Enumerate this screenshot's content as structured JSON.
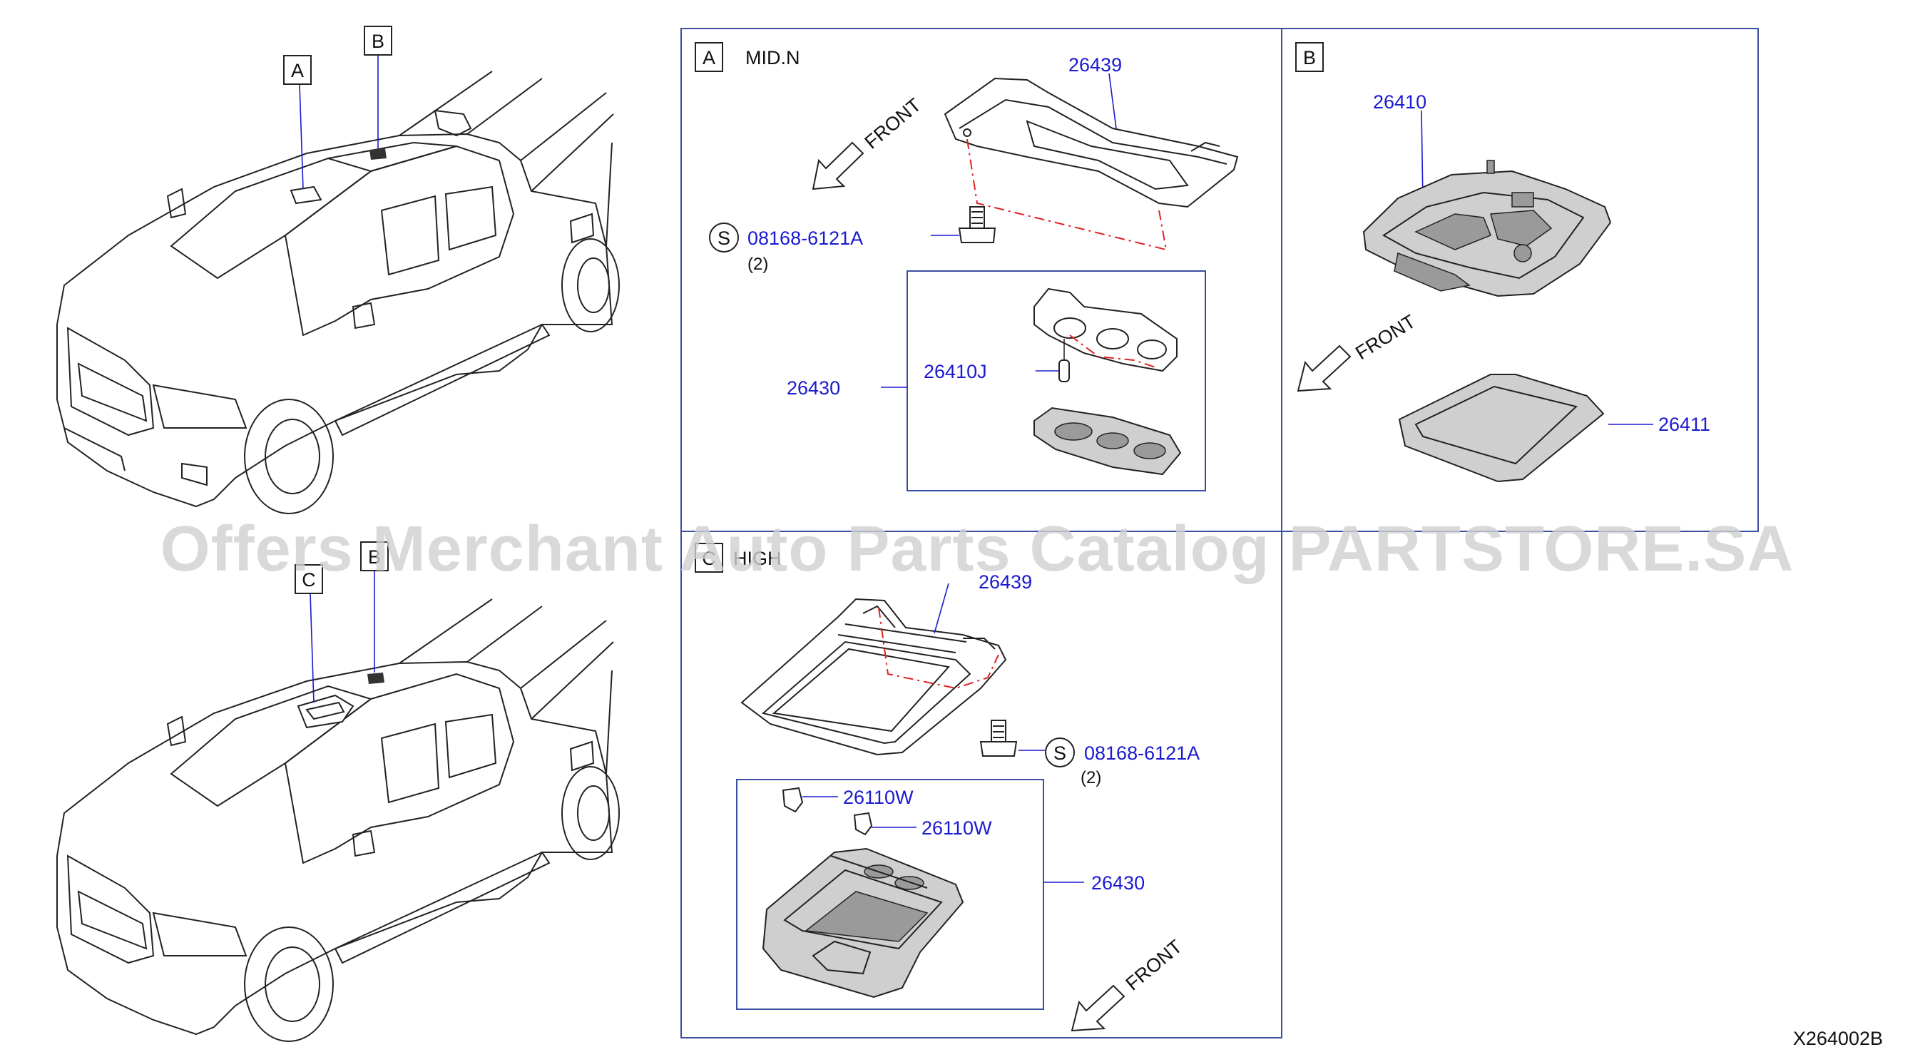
{
  "callouts": {
    "truck_top_a": "A",
    "truck_top_b": "B",
    "truck_bottom_c": "C",
    "truck_bottom_b": "B"
  },
  "panel_a": {
    "tag": "A",
    "title": "MID.N",
    "front": "FRONT",
    "part_bracket": "26439",
    "screw_symbol": "S",
    "part_screw": "08168-6121A",
    "screw_qty": "(2)",
    "part_assembly": "26430",
    "part_bulb": "26410J"
  },
  "panel_b": {
    "tag": "B",
    "front": "FRONT",
    "part_lamp": "26410",
    "part_lens": "26411"
  },
  "panel_c": {
    "tag": "C",
    "title": "HIGH",
    "front": "FRONT",
    "part_bracket": "26439",
    "screw_symbol": "S",
    "part_screw": "08168-6121A",
    "screw_qty": "(2)",
    "part_bulb_1": "26110W",
    "part_bulb_2": "26110W",
    "part_assembly": "26430"
  },
  "diagram_code": "X264002B",
  "watermark": "Offers Merchant Auto Parts Catalog PARTSTORE.SA"
}
